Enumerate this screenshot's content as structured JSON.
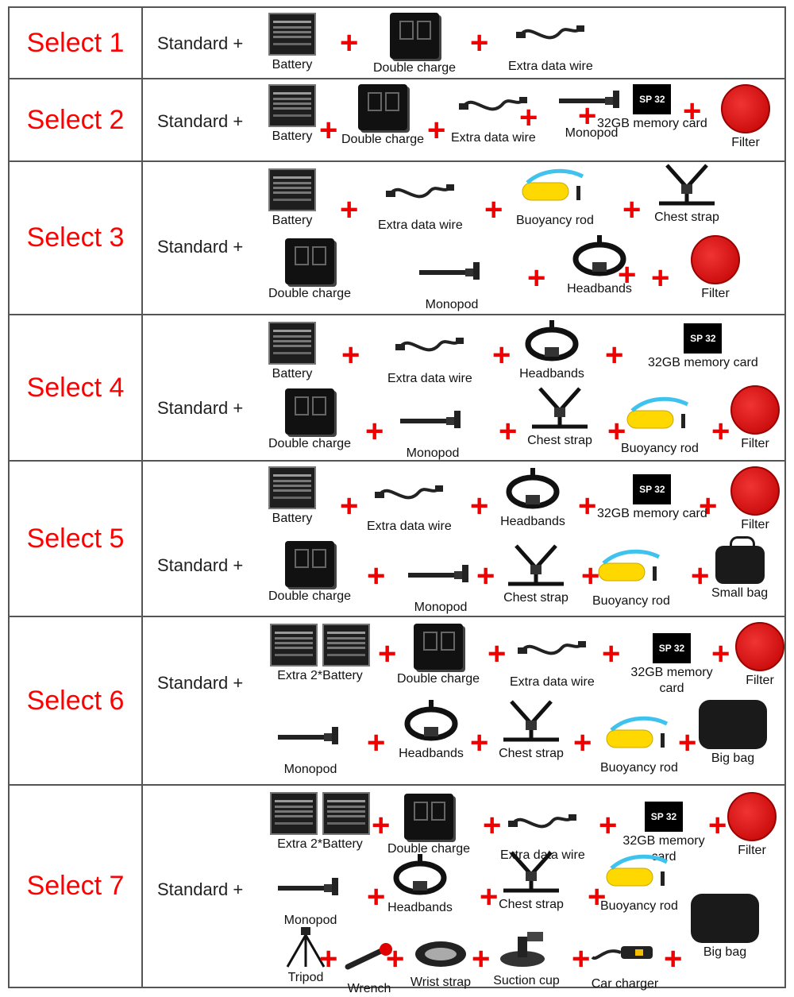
{
  "standard": "Standard +",
  "plus": "+",
  "card_mark": "SP 32",
  "colors": {
    "select_red": "#ff0000",
    "plus_red": "#ee0000",
    "filter_red": "#d41010",
    "buoy_yellow": "#ffd800",
    "strap_blue": "#3fc3ee"
  },
  "rows": [
    {
      "select": "Select 1",
      "items": [
        "Battery",
        "Double charge",
        "Extra data wire"
      ]
    },
    {
      "select": "Select 2",
      "items": [
        "Battery",
        "Double charge",
        "Extra data wire",
        "Monopod",
        "32GB memory card",
        "Filter"
      ]
    },
    {
      "select": "Select 3",
      "items": [
        "Battery",
        "Extra data wire",
        "Buoyancy rod",
        "Chest strap",
        "Double charge",
        "Monopod",
        "Headbands",
        "Filter"
      ]
    },
    {
      "select": "Select 4",
      "items": [
        "Battery",
        "Extra data wire",
        "Headbands",
        "32GB memory card",
        "Double charge",
        "Monopod",
        "Chest strap",
        "Buoyancy rod",
        "Filter"
      ]
    },
    {
      "select": "Select 5",
      "items": [
        "Battery",
        "Extra data wire",
        "Headbands",
        "32GB memory card",
        "Filter",
        "Double charge",
        "Monopod",
        "Chest strap",
        "Buoyancy rod",
        "Small bag"
      ]
    },
    {
      "select": "Select 6",
      "items": [
        "Extra 2*Battery",
        "Double charge",
        "Extra data wire",
        "32GB memory card",
        "Filter",
        "Monopod",
        "Headbands",
        "Chest strap",
        "Buoyancy rod",
        "Big bag"
      ]
    },
    {
      "select": "Select 7",
      "items": [
        "Extra 2*Battery",
        "Double charge",
        "Extra data wire",
        "32GB memory card",
        "Filter",
        "Monopod",
        "Headbands",
        "Chest strap",
        "Buoyancy rod",
        "Tripod",
        "Wrench",
        "Wrist strap",
        "Suction cup",
        "Car charger",
        "Big bag"
      ]
    }
  ]
}
